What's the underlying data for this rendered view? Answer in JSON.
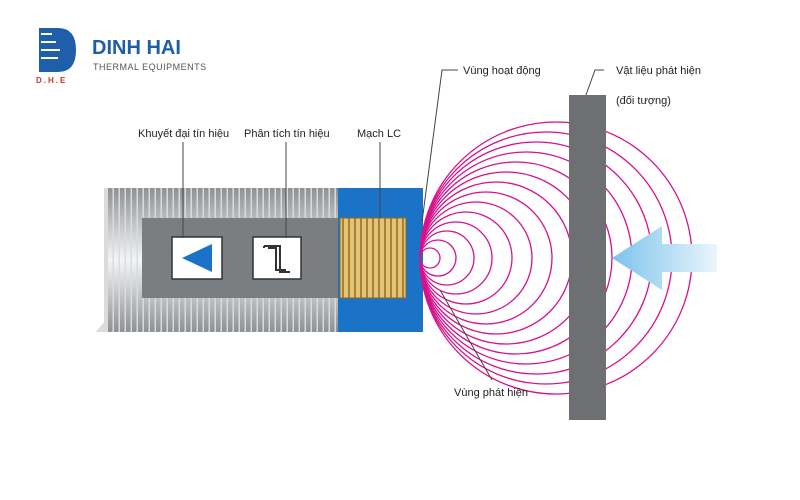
{
  "brand": {
    "logo_initials": "D.H.E",
    "name": "DINH HAI",
    "tagline": "THERMAL EQUIPMENTS",
    "color": "#1f5ea8"
  },
  "diagram": {
    "labels": {
      "amplifier": "Khuyết đại tín hiệu",
      "analyzer": "Phân tích tín hiệu",
      "lc_circuit": "Mạch LC",
      "active_zone": "Vùng hoạt động",
      "target_material": "Vật liệu phát hiện",
      "target_note": "(đối tượng)",
      "detection_zone": "Vùng phát hiện"
    },
    "icons": {
      "amplifier": "triangle-amplifier-icon",
      "analyzer": "square-pulse-icon",
      "approach": "arrow-left-icon"
    },
    "colors": {
      "field_waves": "#d6128a",
      "sensor_head": "#1a73c6",
      "coil": "#c9a24a",
      "target": "#6d6f72",
      "arrow": "#bfe0f5"
    }
  }
}
